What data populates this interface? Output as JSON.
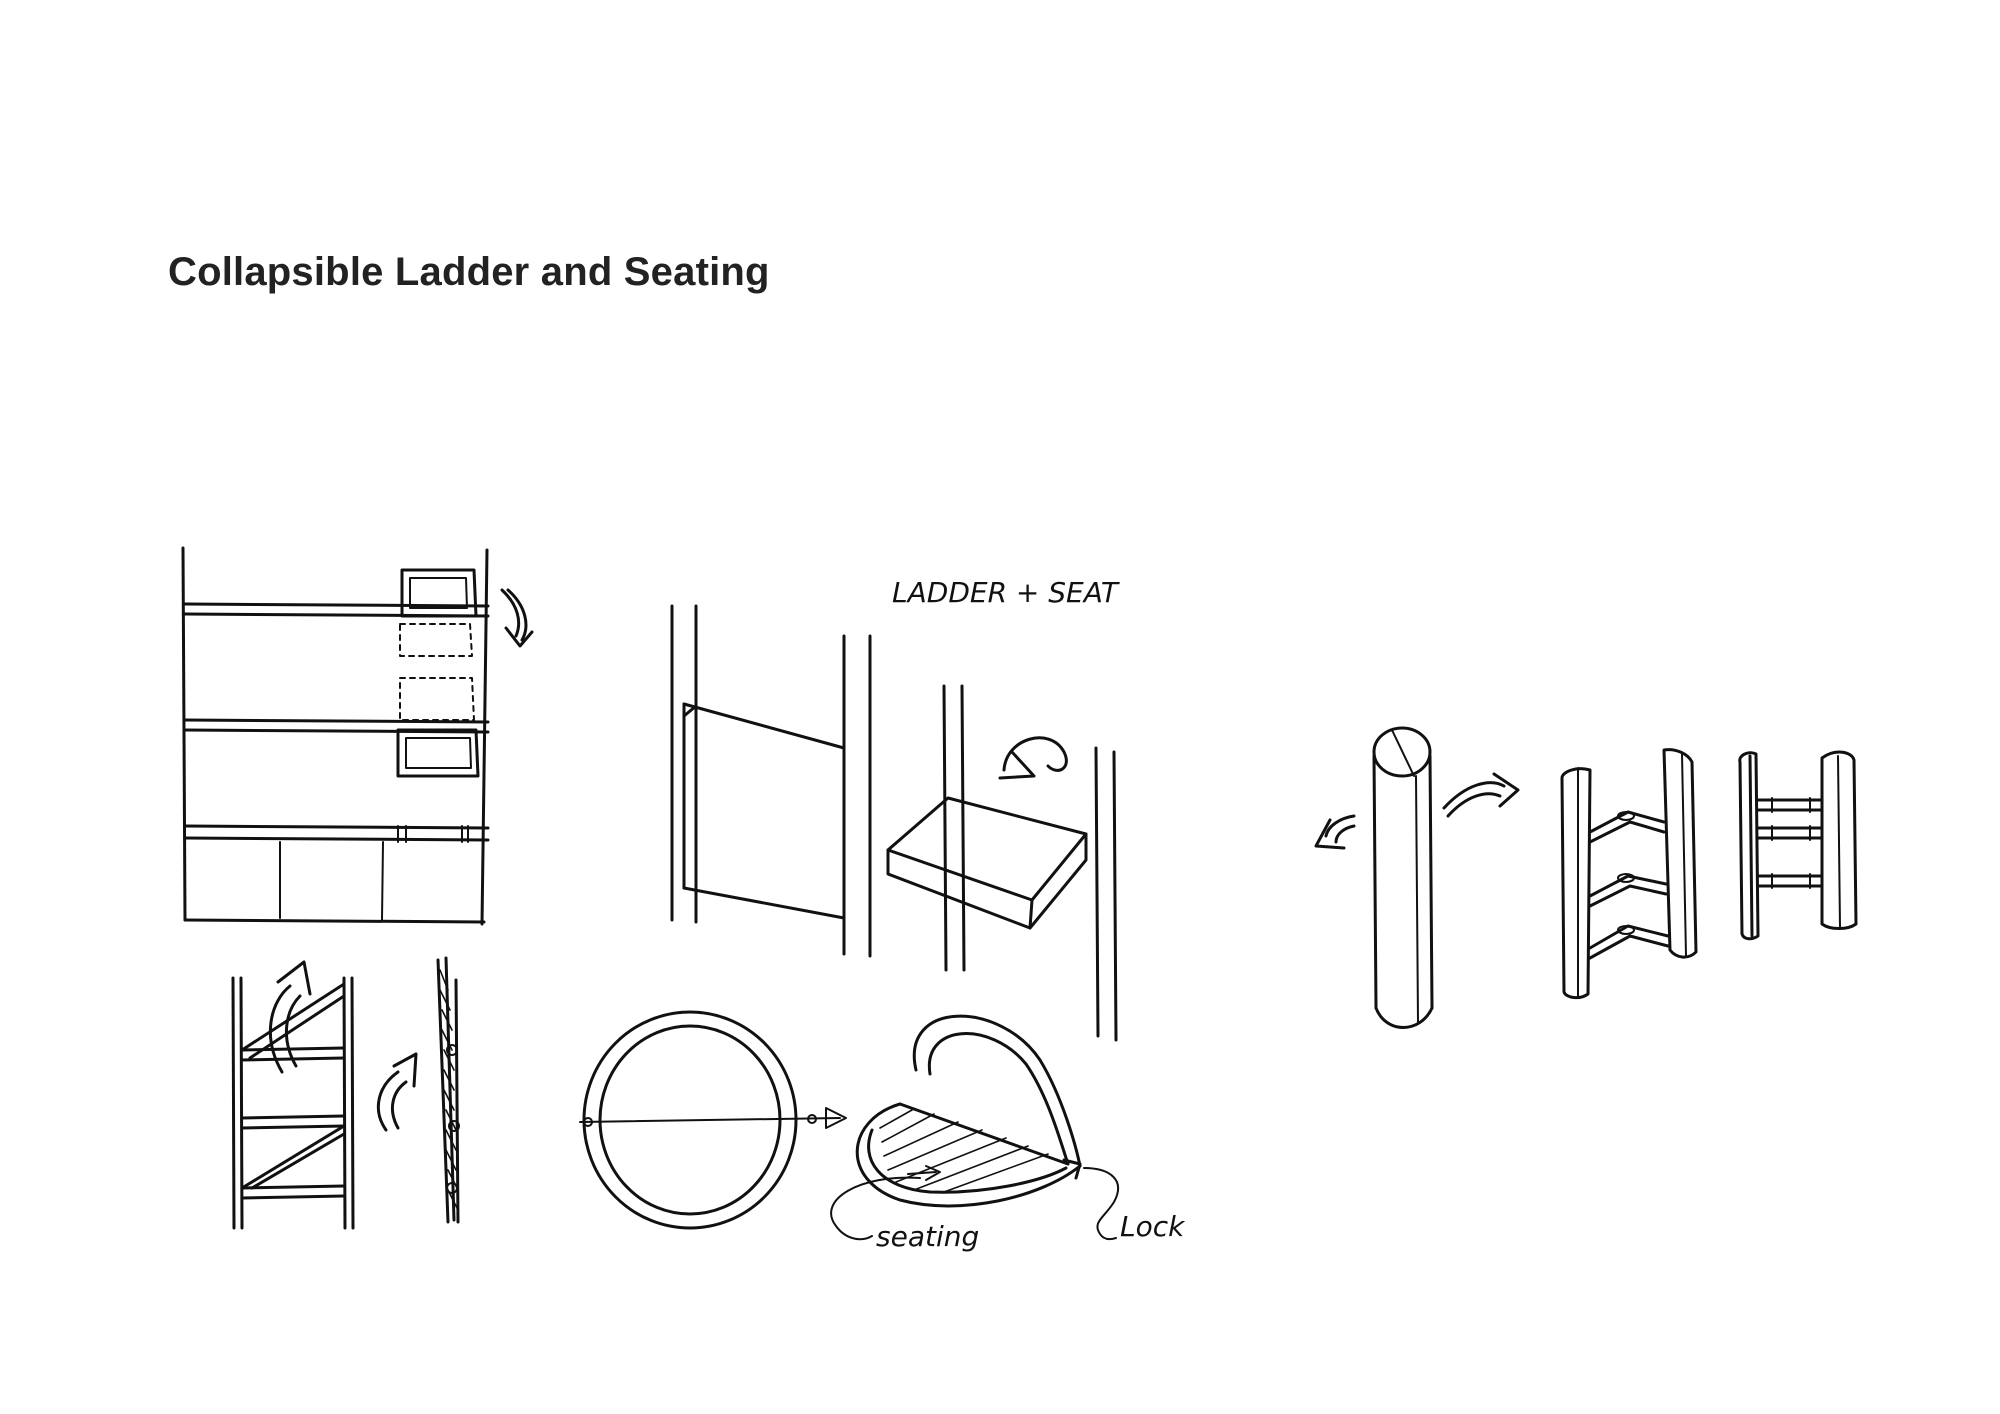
{
  "title": "Collapsible Ladder and Seating",
  "annotations": {
    "ladder_seat": "LADDER + SEAT",
    "seating": "seating",
    "lock": "Lock"
  }
}
